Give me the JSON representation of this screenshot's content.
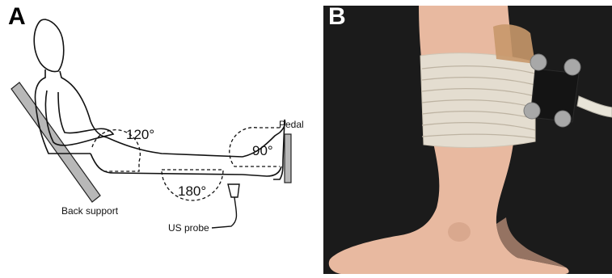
{
  "panel_a": {
    "letter": "A",
    "angles": {
      "hip": "120°",
      "knee": "180°",
      "ankle": "90°"
    },
    "labels": {
      "pedal": "Pedal",
      "back_support": "Back support",
      "us_probe": "US probe"
    }
  },
  "panel_b": {
    "letter": "B"
  },
  "colors": {
    "line": "#111111",
    "support_fill": "#b8b8b8",
    "photo_bg": "#1b1b1b",
    "skin": "#e8b9a0"
  }
}
